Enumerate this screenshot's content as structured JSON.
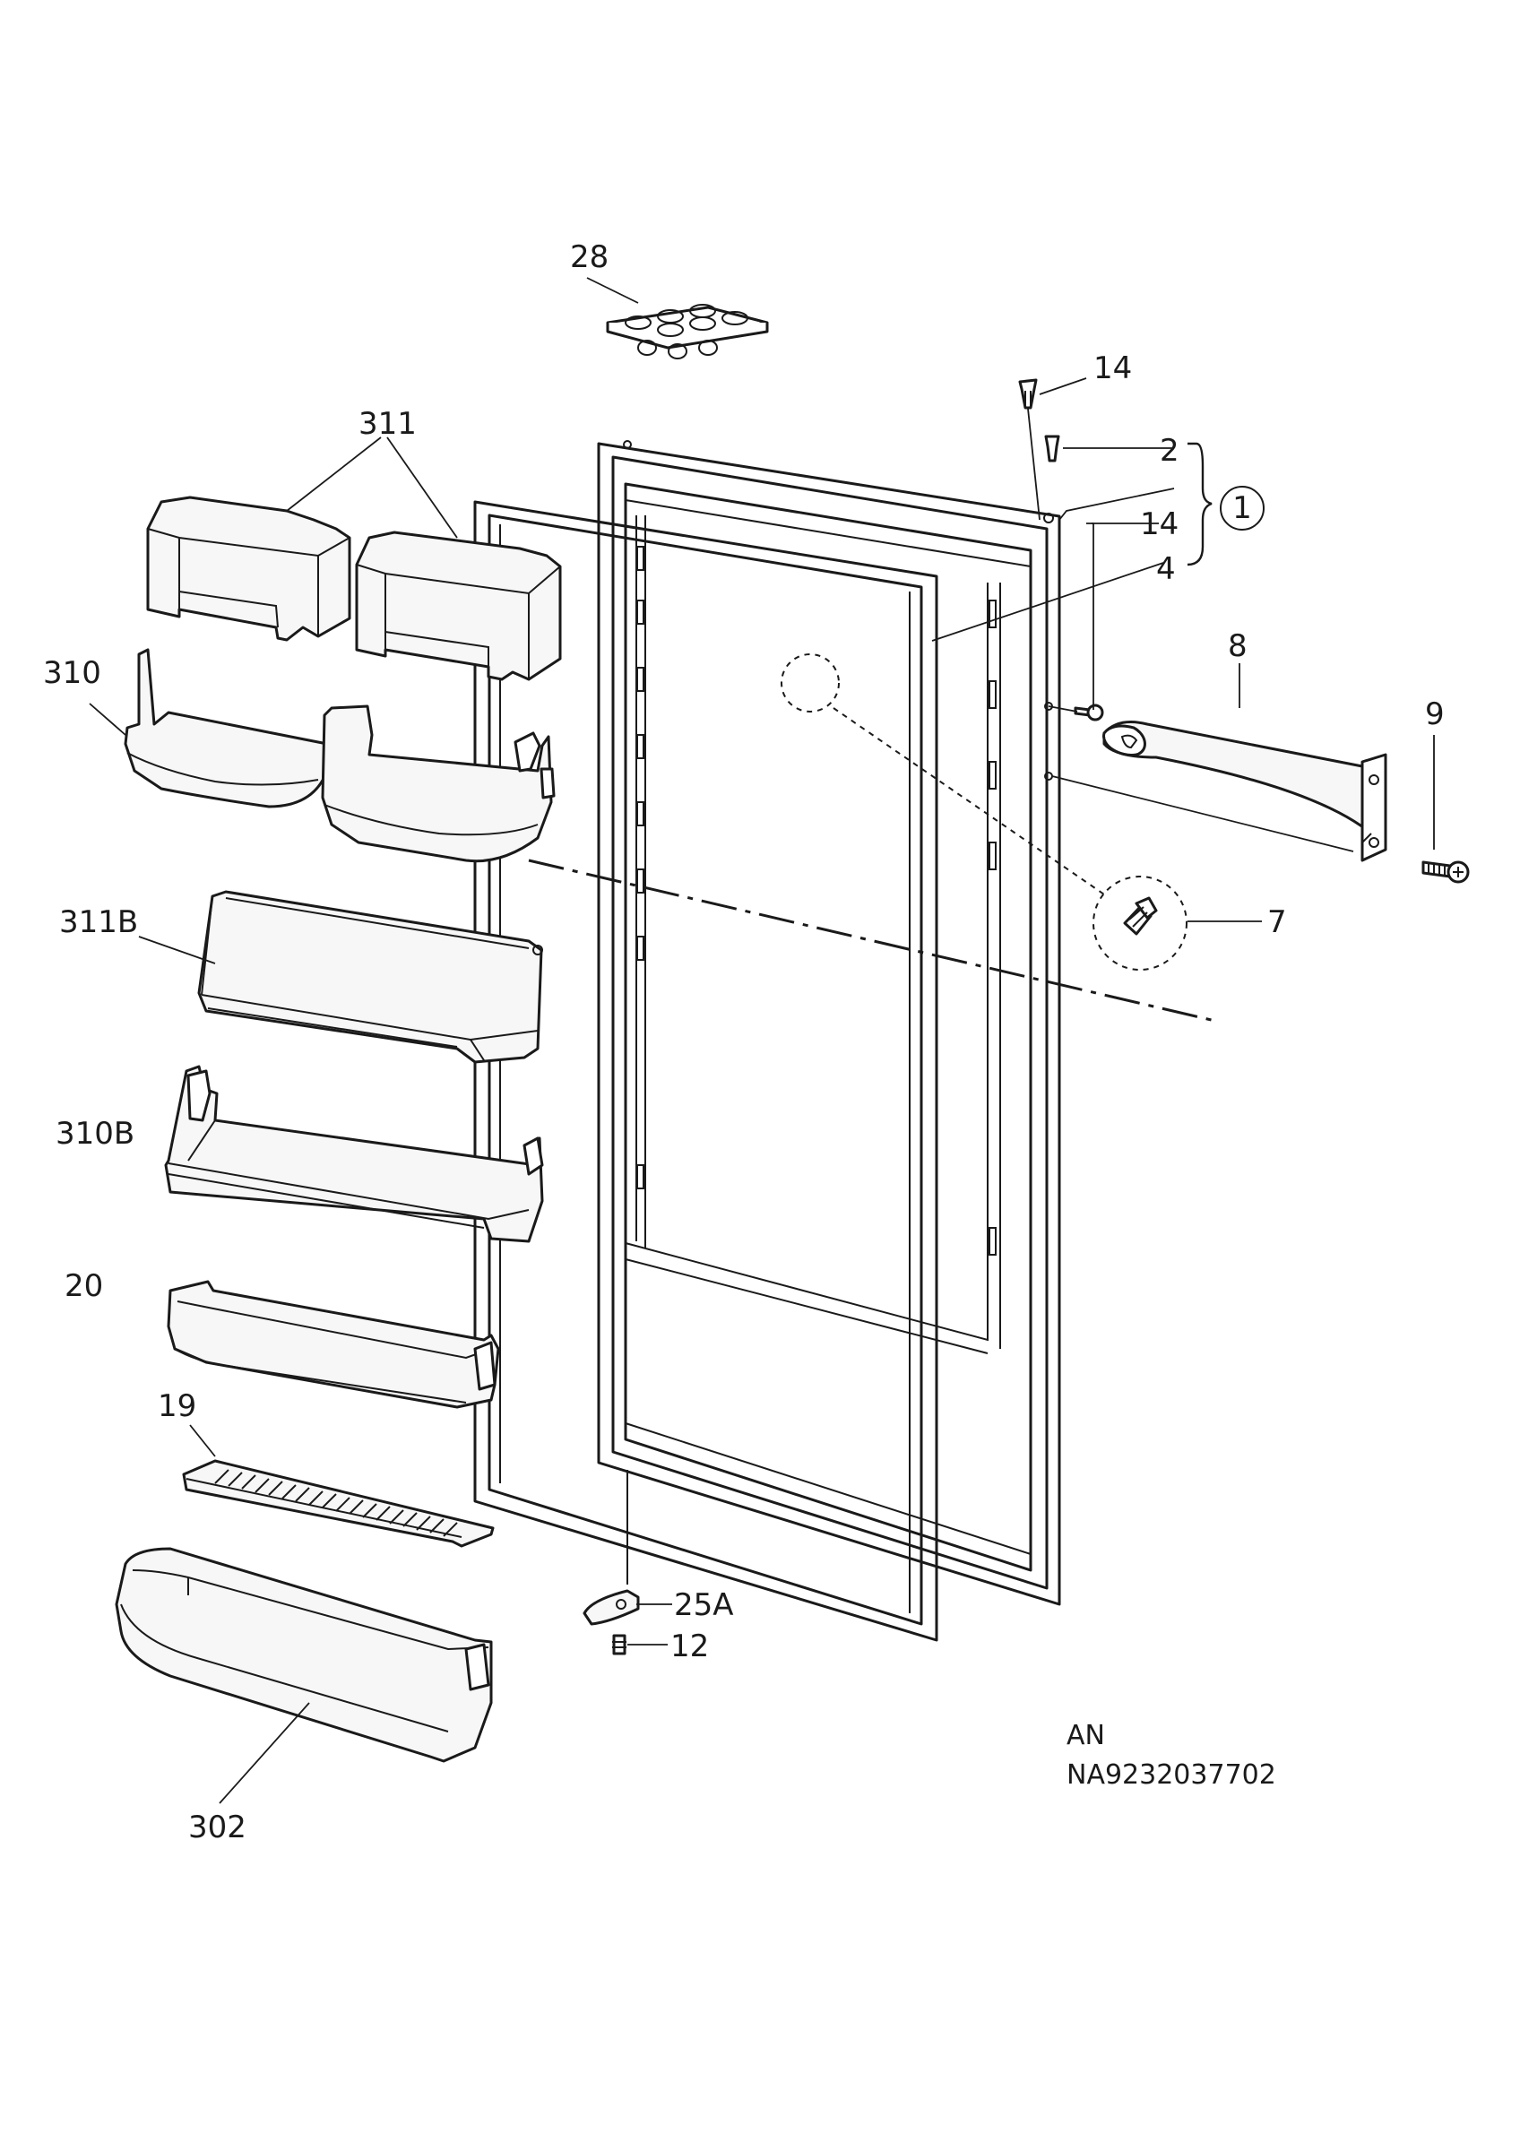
{
  "callouts": [
    {
      "id": "28",
      "text": "28"
    },
    {
      "id": "14a",
      "text": "14"
    },
    {
      "id": "2",
      "text": "2"
    },
    {
      "id": "1",
      "text": "1"
    },
    {
      "id": "14b",
      "text": "14"
    },
    {
      "id": "4",
      "text": "4"
    },
    {
      "id": "8",
      "text": "8"
    },
    {
      "id": "9",
      "text": "9"
    },
    {
      "id": "7",
      "text": "7"
    },
    {
      "id": "311",
      "text": "311"
    },
    {
      "id": "310",
      "text": "310"
    },
    {
      "id": "311B",
      "text": "311B"
    },
    {
      "id": "310B",
      "text": "310B"
    },
    {
      "id": "20",
      "text": "20"
    },
    {
      "id": "19",
      "text": "19"
    },
    {
      "id": "302",
      "text": "302"
    },
    {
      "id": "25A",
      "text": "25A"
    },
    {
      "id": "12",
      "text": "12"
    }
  ],
  "footer": {
    "line1": "AN",
    "line2": "NA9232037702"
  }
}
